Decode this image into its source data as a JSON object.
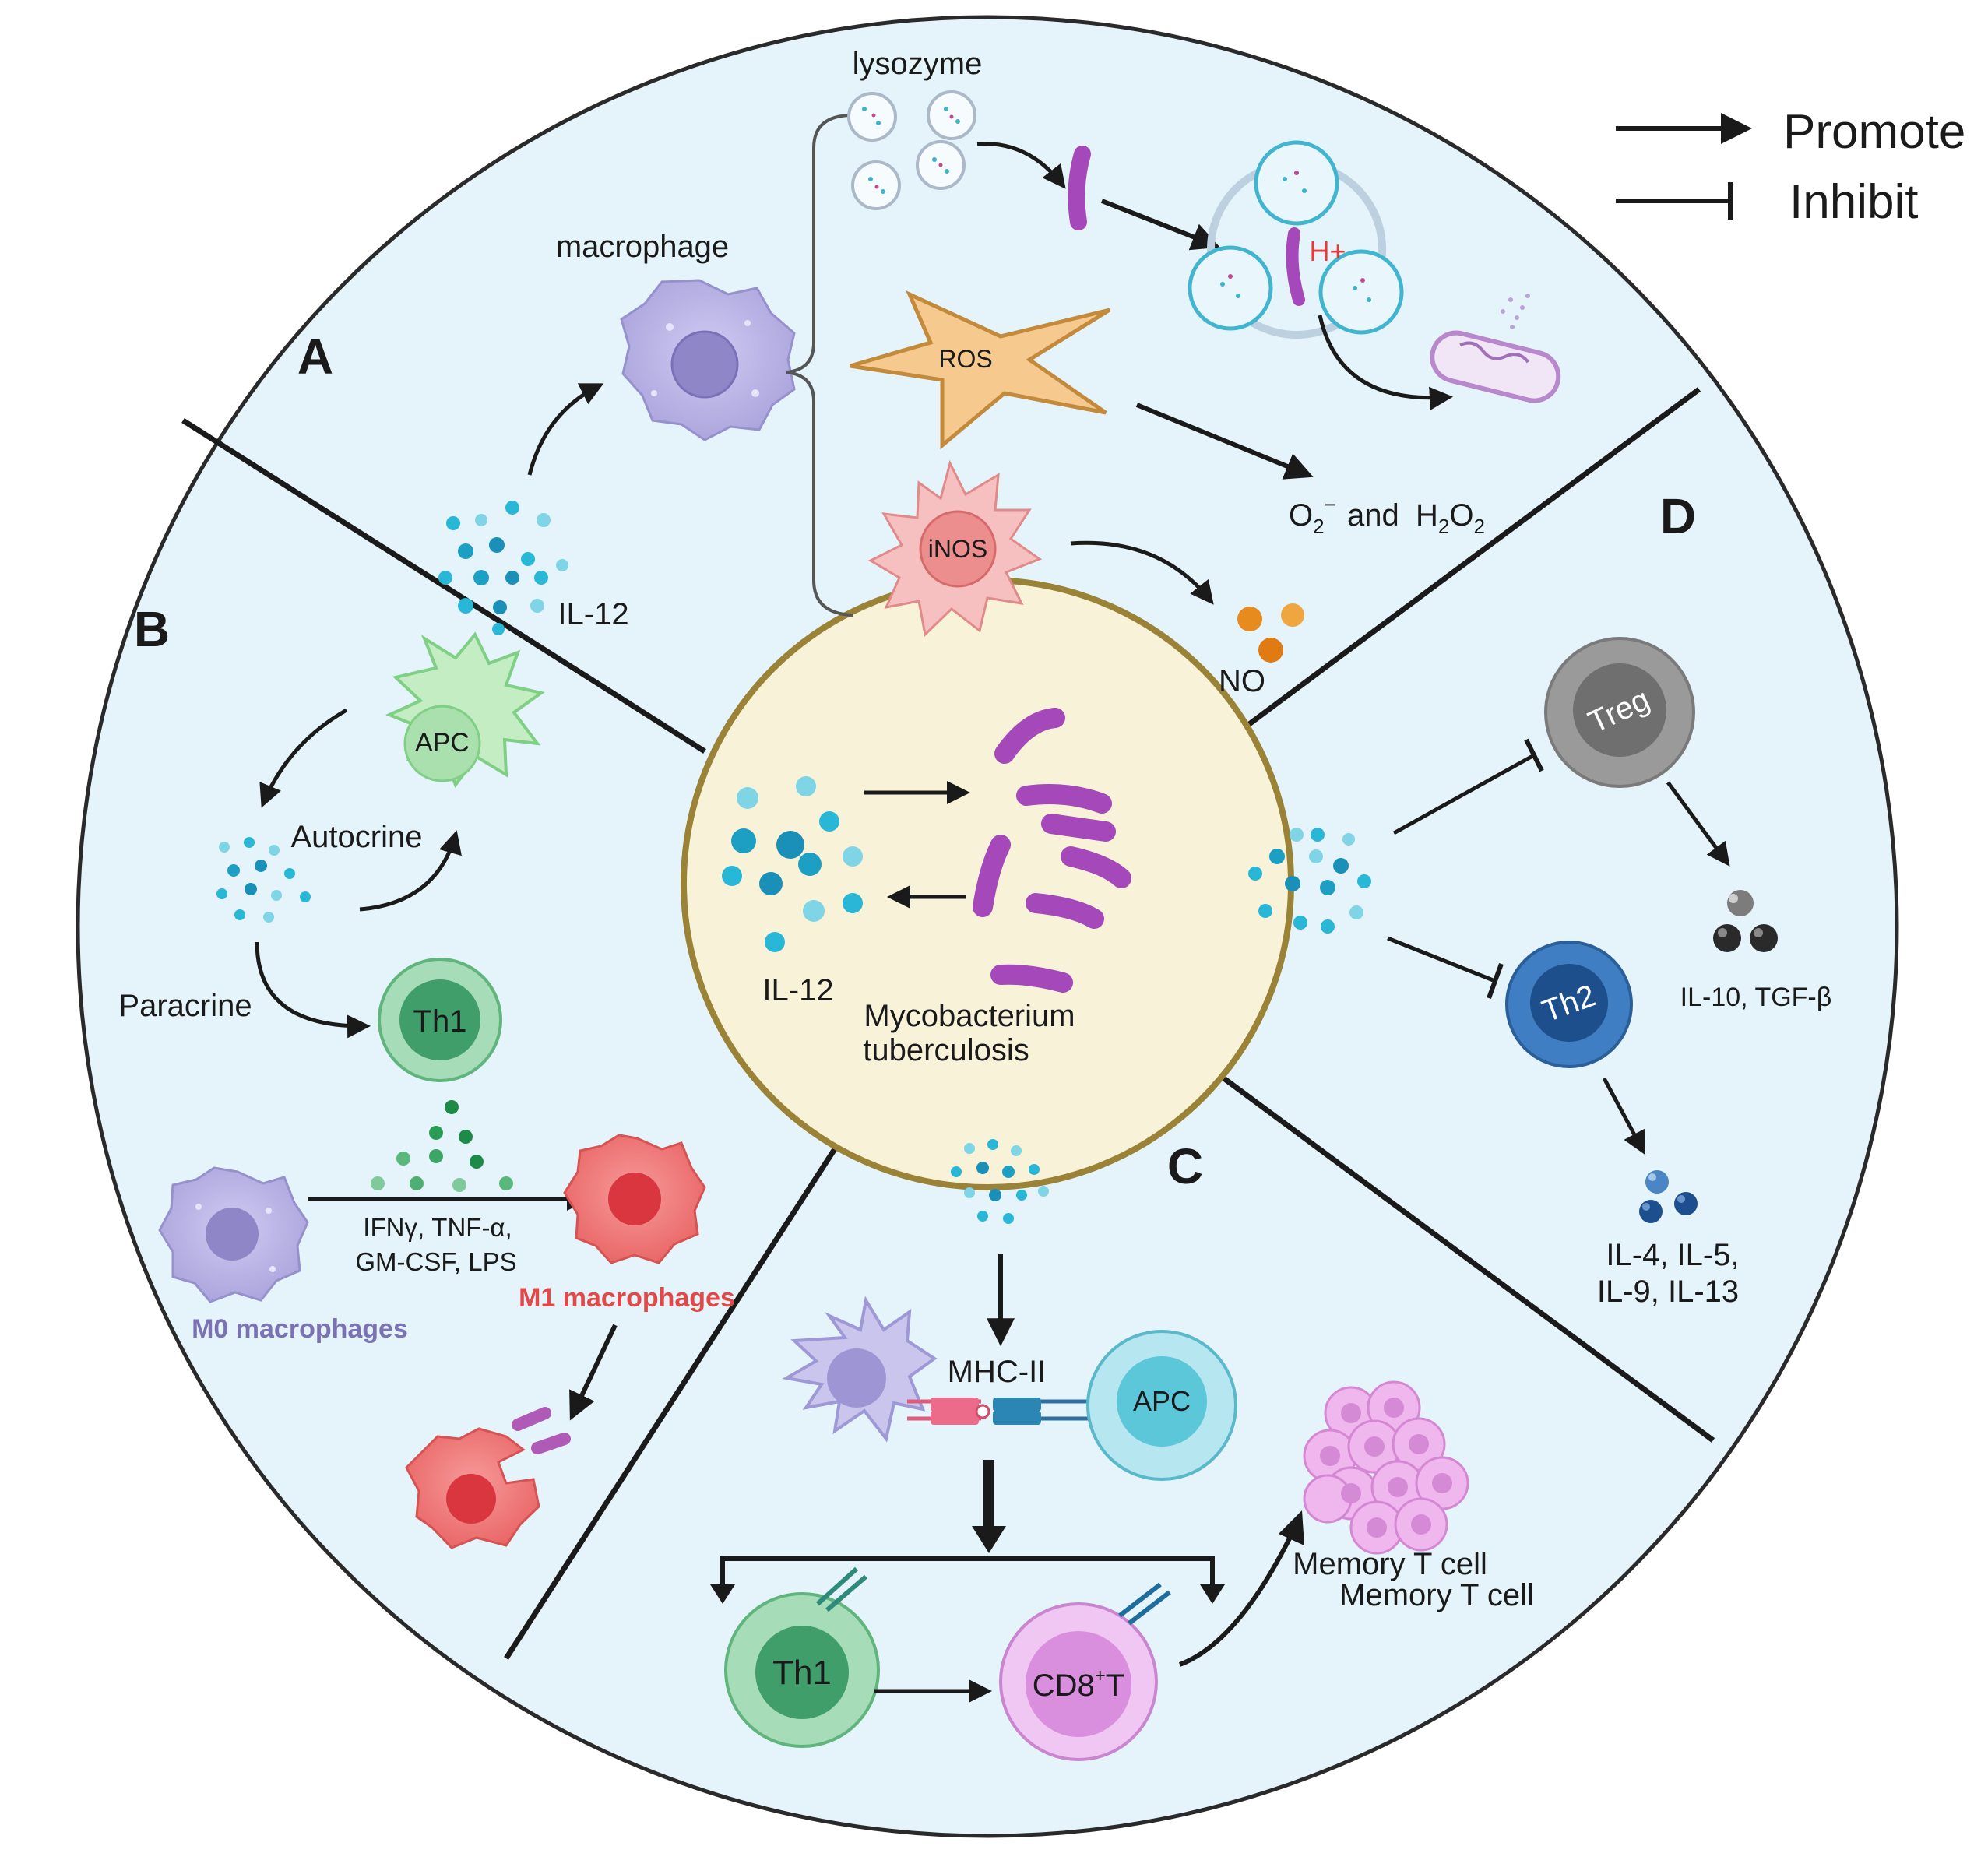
{
  "legend": {
    "promote": "Promote",
    "inhibit": "Inhibit"
  },
  "sections": {
    "a": "A",
    "b": "B",
    "c": "C",
    "d": "D"
  },
  "center": {
    "il12": "IL-12",
    "mtb_line1": "Mycobacterium",
    "mtb_line2": "tuberculosis"
  },
  "panel_a": {
    "lysozyme": "lysozyme",
    "macrophage": "macrophage",
    "ros": "ROS",
    "inos": "iNOS",
    "h_plus": "H+",
    "o2_and": "and",
    "no": "NO",
    "il12": "IL-12"
  },
  "panel_b": {
    "apc": "APC",
    "autocrine": "Autocrine",
    "paracrine": "Paracrine",
    "th1": "Th1",
    "cytokines_line1": "IFNγ, TNF-α,",
    "cytokines_line2": "GM-CSF, LPS",
    "m0": "M0 macrophages",
    "m1": "M1 macrophages"
  },
  "panel_c": {
    "mhc": "MHC-II",
    "apc": "APC",
    "th1": "Th1",
    "cd8_a": "CD8",
    "cd8_sup": "+",
    "cd8_b": "T",
    "memory1": "Memory T cell",
    "memory2": "Memory T cell"
  },
  "panel_d": {
    "treg": "Treg",
    "th2": "Th2",
    "il10": "IL-10, TGF-β",
    "il4_line1": "IL-4, IL-5,",
    "il4_line2": "IL-9, IL-13"
  },
  "colors": {
    "disc": "#e4f4fa",
    "center": "#f8f3d8",
    "center_ring": "#9a8236",
    "bacteria": "#a548b9",
    "cytokine": "#29b7d8",
    "macrophage": "#b4afe2",
    "m1": "#ef6a6a",
    "th1": "#76c49a",
    "cd8": "#e0a6e6",
    "treg": "#8f8f8f",
    "th2": "#2d6eb5",
    "ros": "#f6c98f",
    "inos": "#f6b8b8",
    "no": "#e78b1f"
  }
}
